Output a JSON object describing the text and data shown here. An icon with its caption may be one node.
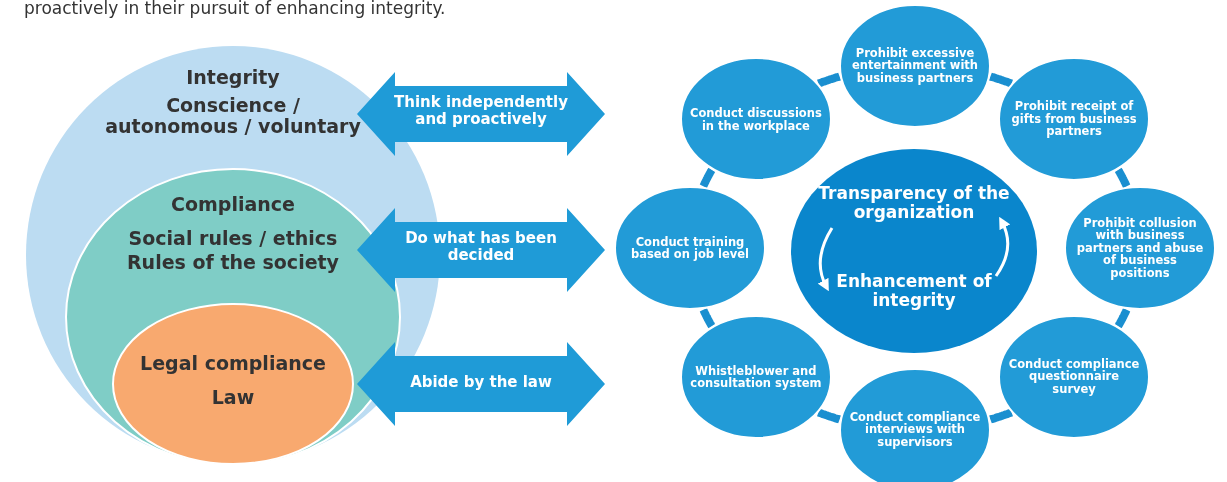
{
  "diagram": {
    "nodes": [
      {
        "text": [
          "Integrity",
          "Conscience / autonomous / voluntary"
        ]
      },
      {
        "text": [
          "Compliance",
          "Social rules / ethics",
          "Rules of the society"
        ],
        "in": 0
      },
      {
        "text": [
          "Legal compliance",
          "Law"
        ],
        "in": 1
      },
      {
        "text": [
          "Think independently and proactively"
        ]
      },
      {
        "text": [
          "Do what has been decided"
        ]
      },
      {
        "text": [
          "Abide by the law"
        ]
      },
      {
        "text": [
          "Transparency of the organization",
          "Enhancement of integrity"
        ]
      },
      {
        "text": [
          "Prohibit excessive entertainment with business partners"
        ]
      },
      {
        "text": [
          "Prohibit receipt of gifts from business partners"
        ]
      },
      {
        "text": [
          "Prohibit collusion with business partners and abuse of business positions"
        ]
      },
      {
        "text": [
          "Conduct compliance questionnaire survey"
        ]
      },
      {
        "text": [
          "Conduct compliance interviews with supervisors"
        ]
      },
      {
        "text": [
          "Whistleblower and consultation system"
        ]
      },
      {
        "text": [
          "Conduct training based on job level"
        ]
      },
      {
        "text": [
          "Conduct discussions in the workplace"
        ]
      }
    ],
    "edges": [
      {
        "from": 7,
        "to": 8,
        "arrow": "none"
      },
      {
        "from": 8,
        "to": 9,
        "arrow": "none"
      },
      {
        "from": 9,
        "to": 10,
        "arrow": "none"
      },
      {
        "from": 10,
        "to": 11,
        "arrow": "none"
      },
      {
        "from": 11,
        "to": 12,
        "arrow": "none"
      },
      {
        "from": 12,
        "to": 13,
        "arrow": "none"
      },
      {
        "from": 13,
        "to": 14,
        "arrow": "none"
      },
      {
        "from": 14,
        "to": 7,
        "arrow": "none"
      }
    ],
    "labels": [
      "proactively in their pursuit of enhancing integrity."
    ]
  }
}
